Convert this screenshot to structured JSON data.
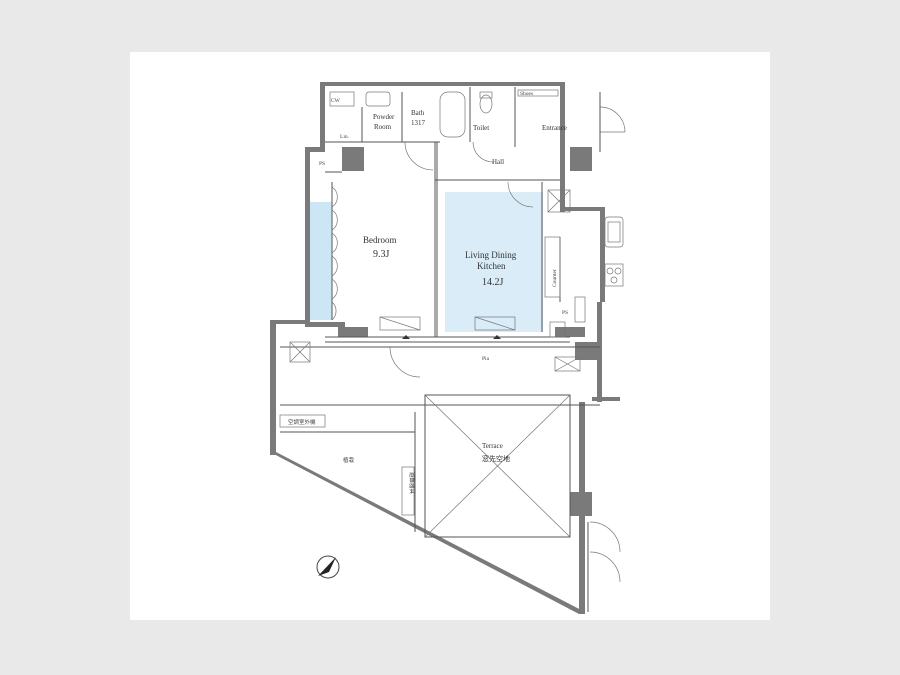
{
  "rooms": {
    "cw": "CW",
    "powder_room": [
      "Powder",
      "Room"
    ],
    "bath": "Bath",
    "bath_size": "1317",
    "toilet": "Toilet",
    "shoes": "Shoes",
    "entrance": "Entrance",
    "hall": "Hall",
    "lin": "Lin.",
    "ps_top": "PS",
    "bedroom": "Bedroom",
    "bedroom_size": "9.3J",
    "ldk": [
      "Living Dining",
      "Kitchen"
    ],
    "ldk_size": "14.2J",
    "counter": "Counter",
    "ps_kitchen": "PS",
    "pia": "Pia",
    "terrace": "Terrace",
    "terrace_jp": "窓先空地",
    "utility_label": "空調室外機",
    "garden": "植栽",
    "side_label": "避難器具"
  },
  "colors": {
    "room_highlight": "#d9ecf8",
    "storage_highlight": "#cde6f6",
    "wall": "#7a7a7a"
  }
}
